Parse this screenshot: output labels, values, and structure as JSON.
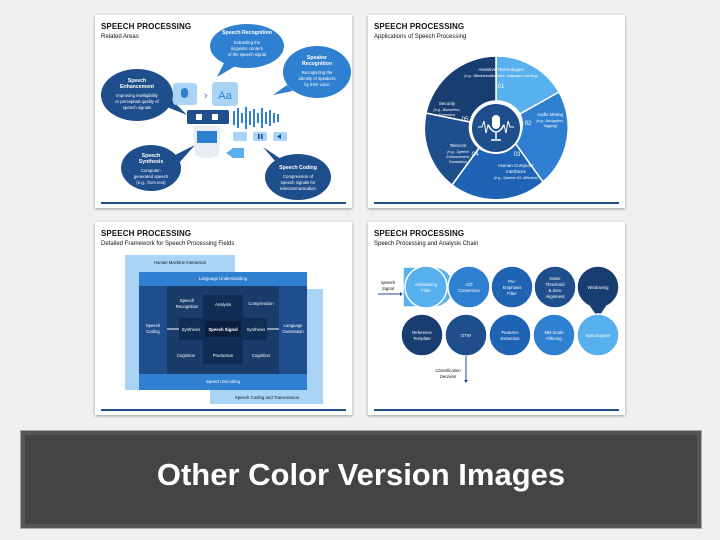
{
  "colors": {
    "dark": "#1f4e8c",
    "mid": "#2f80d0",
    "light": "#58b0ee",
    "pale": "#a9d4f6"
  },
  "slide1": {
    "title": "SPEECH PROCESSING",
    "subtitle": "Related Areas",
    "bubbles": [
      {
        "title": "Speech Recognition",
        "body": [
          "Extracting the",
          "linguistic content",
          "of the speech signal"
        ]
      },
      {
        "title": "Speaker Recognition",
        "body": [
          "Recognizing the",
          "identity of speakers",
          "by their voice"
        ]
      },
      {
        "title": "Speech Enhancement",
        "body": [
          "Improving intelligibility",
          "or perceptual quality of",
          "speech signals"
        ]
      },
      {
        "title": "Speech Synthesis",
        "body": [
          "Computer-",
          "generated speech",
          "(e.g., from text)"
        ]
      },
      {
        "title": "Speech Coding",
        "body": [
          "Compression of",
          "speech signals for",
          "telecommunication"
        ]
      }
    ],
    "icon_text": "Aa"
  },
  "slide2": {
    "title": "SPEECH PROCESSING",
    "subtitle": "Applications of Speech Processing",
    "segments": [
      {
        "num": "01",
        "title": "Assistive Technologies",
        "body": "(e.g., Blindness/deafness, language Learning)"
      },
      {
        "num": "02",
        "title": "Audio Mining",
        "body": "(e.g., Navigation, Tagging)"
      },
      {
        "num": "03",
        "title": "Human Computer Interfaces",
        "body": "(e.g., Speech I/O, Affective)"
      },
      {
        "num": "04",
        "title": "Telecom",
        "body": "(e.g., Speech Enhancement, Translation)"
      },
      {
        "num": "05",
        "title": "Security",
        "body": "(e.g., Biometrics, Forensics)"
      }
    ]
  },
  "slide3": {
    "title": "SPEECH PROCESSING",
    "subtitle": "Detailed Framework for Speech Processing Fields",
    "labels": {
      "hmi": "Human Machine Interaction",
      "lu": "Language Understanding",
      "sr": "Speech Recognition",
      "analysis": "Analysis",
      "compression": "Compression",
      "sc": "Speech Coding",
      "synthesis_l": "Synthesis",
      "speech_signal": "Speech Signal",
      "synthesis_r": "Synthesis",
      "lg": "Language Generation",
      "cognition_l": "Cognition",
      "production": "Production",
      "cognition_r": "Cognition",
      "sd": "Speech Decoding",
      "sct": "Speech Coding and Transmission"
    }
  },
  "slide4": {
    "title": "SPEECH PROCESSING",
    "subtitle": "Speech Processing and Analysis Chain",
    "input_label": "Speech Signal",
    "row1": [
      "Antialiasing Filter",
      "A/D Conversion",
      "Pre-Emphasis Filter",
      "Noise Threshold & Zero Alignment",
      "Windowing"
    ],
    "row2": [
      "Reference Template",
      "DTW",
      "Features Extraction",
      "Mel-Scale Filtering",
      "Spectrogram"
    ],
    "output_label": "Classification Decision"
  },
  "banner": {
    "text": "Other Color Version Images"
  }
}
